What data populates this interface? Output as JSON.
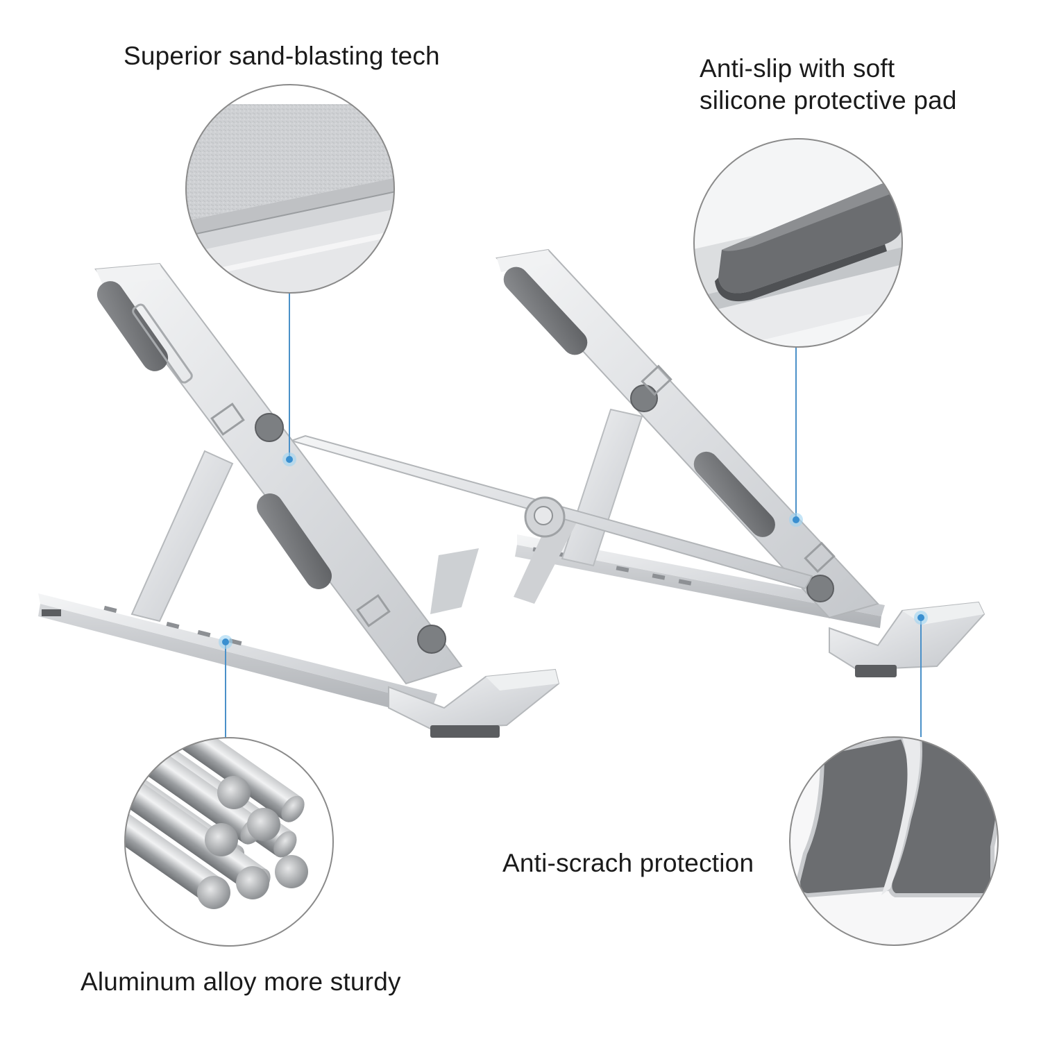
{
  "callouts": {
    "sandblasting": {
      "text": "Superior sand-blasting tech",
      "icon": "brushed-metal-closeup"
    },
    "anti_slip": {
      "line1": "Anti-slip with soft",
      "line2": "silicone protective pad",
      "icon": "silicone-pad-closeup"
    },
    "aluminum": {
      "text": "Aluminum alloy more sturdy",
      "icon": "aluminum-rods-closeup"
    },
    "anti_scratch": {
      "text": "Anti-scrach protection",
      "icon": "rubber-foot-closeup"
    }
  },
  "colors": {
    "background": "#ffffff",
    "aluminum_light": "#e9eaec",
    "aluminum_mid": "#c9cbce",
    "aluminum_dark": "#9a9da1",
    "pad_gray": "#6e7073",
    "accent_line": "#4a90c8",
    "accent_dot": "#5fb6e8",
    "circle_border": "#8a8a8a",
    "text": "#1a1a1a"
  }
}
